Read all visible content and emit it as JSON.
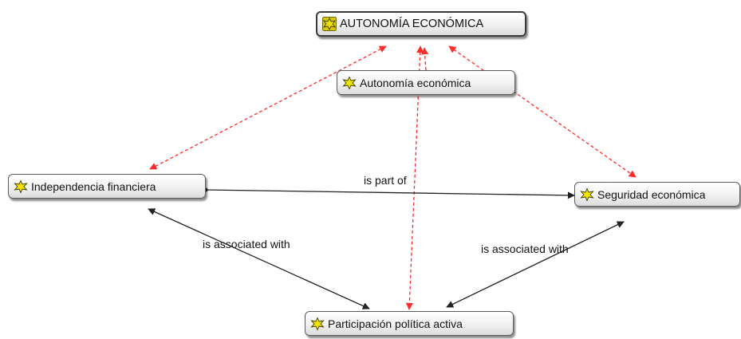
{
  "nodes": {
    "autonomia_mayus": "AUTONOMÍA ECONÓMICA",
    "autonomia": "Autonomía económica",
    "independencia": "Independencia financiera",
    "seguridad": "Seguridad económica",
    "participacion": "Participación política activa"
  },
  "edge_labels": {
    "part_of": "is part of",
    "assoc_left": "is associated with",
    "assoc_right": "is associated with"
  },
  "colors": {
    "red_link": "#ff2a2a",
    "black_link": "#222222",
    "icon_fill": "#f2e300",
    "icon_stroke": "#6b6b00",
    "icon_bg_bold": "#d9c700"
  },
  "icons": {
    "node": "concept-icon"
  }
}
